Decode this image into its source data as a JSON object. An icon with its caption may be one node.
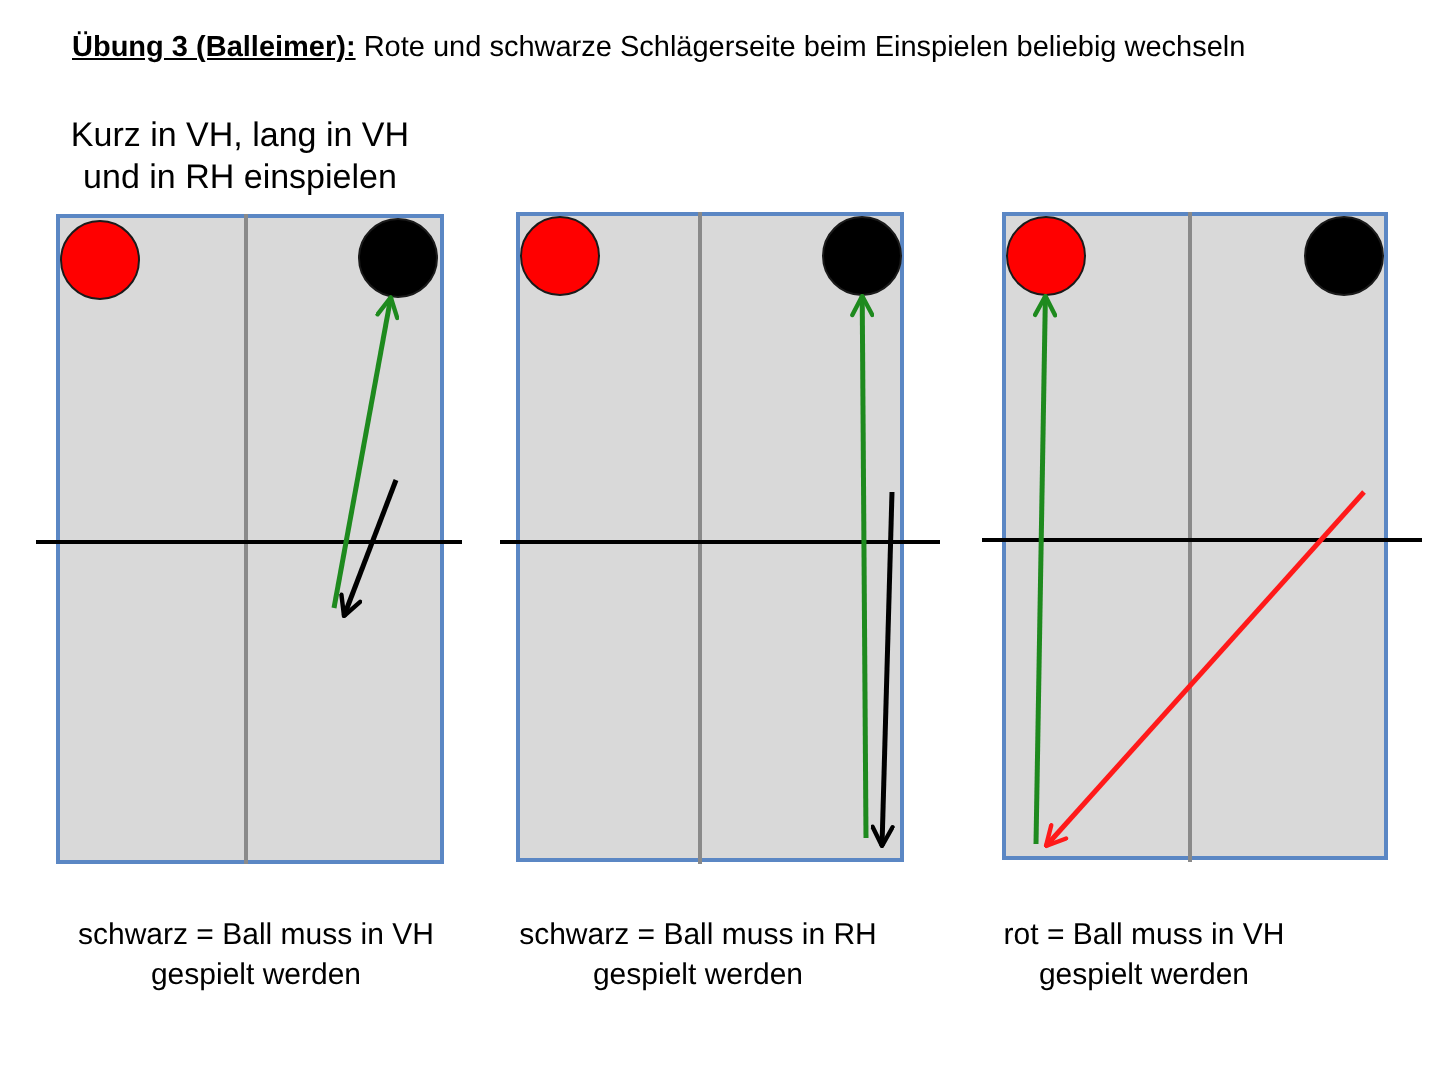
{
  "diagram": {
    "title": "**Übung 3 (Balleimer):** Rote und schwarze Schlägerseite beim Einspielen beliebig wechseln",
    "nodes": [
      {
        "text": [],
        "shape": "box",
        "beside": [
          "schwarz = Ball muss in VH gespielt werden"
        ]
      },
      {
        "text": [],
        "shape": "circle",
        "in": 0
      },
      {
        "text": [],
        "shape": "circle",
        "in": 0
      },
      {
        "text": [],
        "shape": "box",
        "beside": [
          "schwarz = Ball muss in RH gespielt werden"
        ]
      },
      {
        "text": [],
        "shape": "circle",
        "in": 3
      },
      {
        "text": [],
        "shape": "circle",
        "in": 3
      },
      {
        "text": [],
        "shape": "box",
        "beside": [
          "rot = Ball muss in VH gespielt werden"
        ]
      },
      {
        "text": [],
        "shape": "circle",
        "in": 6
      },
      {
        "text": [],
        "shape": "circle",
        "in": 6
      }
    ],
    "edges": [
      {
        "from": null,
        "to": 2,
        "arrow": "to"
      },
      {
        "from": null,
        "to": 5,
        "arrow": "to"
      },
      {
        "from": null,
        "to": 7,
        "arrow": "to"
      }
    ],
    "labels": [
      "Kurz in VH, lang in VH und in RH einspielen"
    ]
  }
}
